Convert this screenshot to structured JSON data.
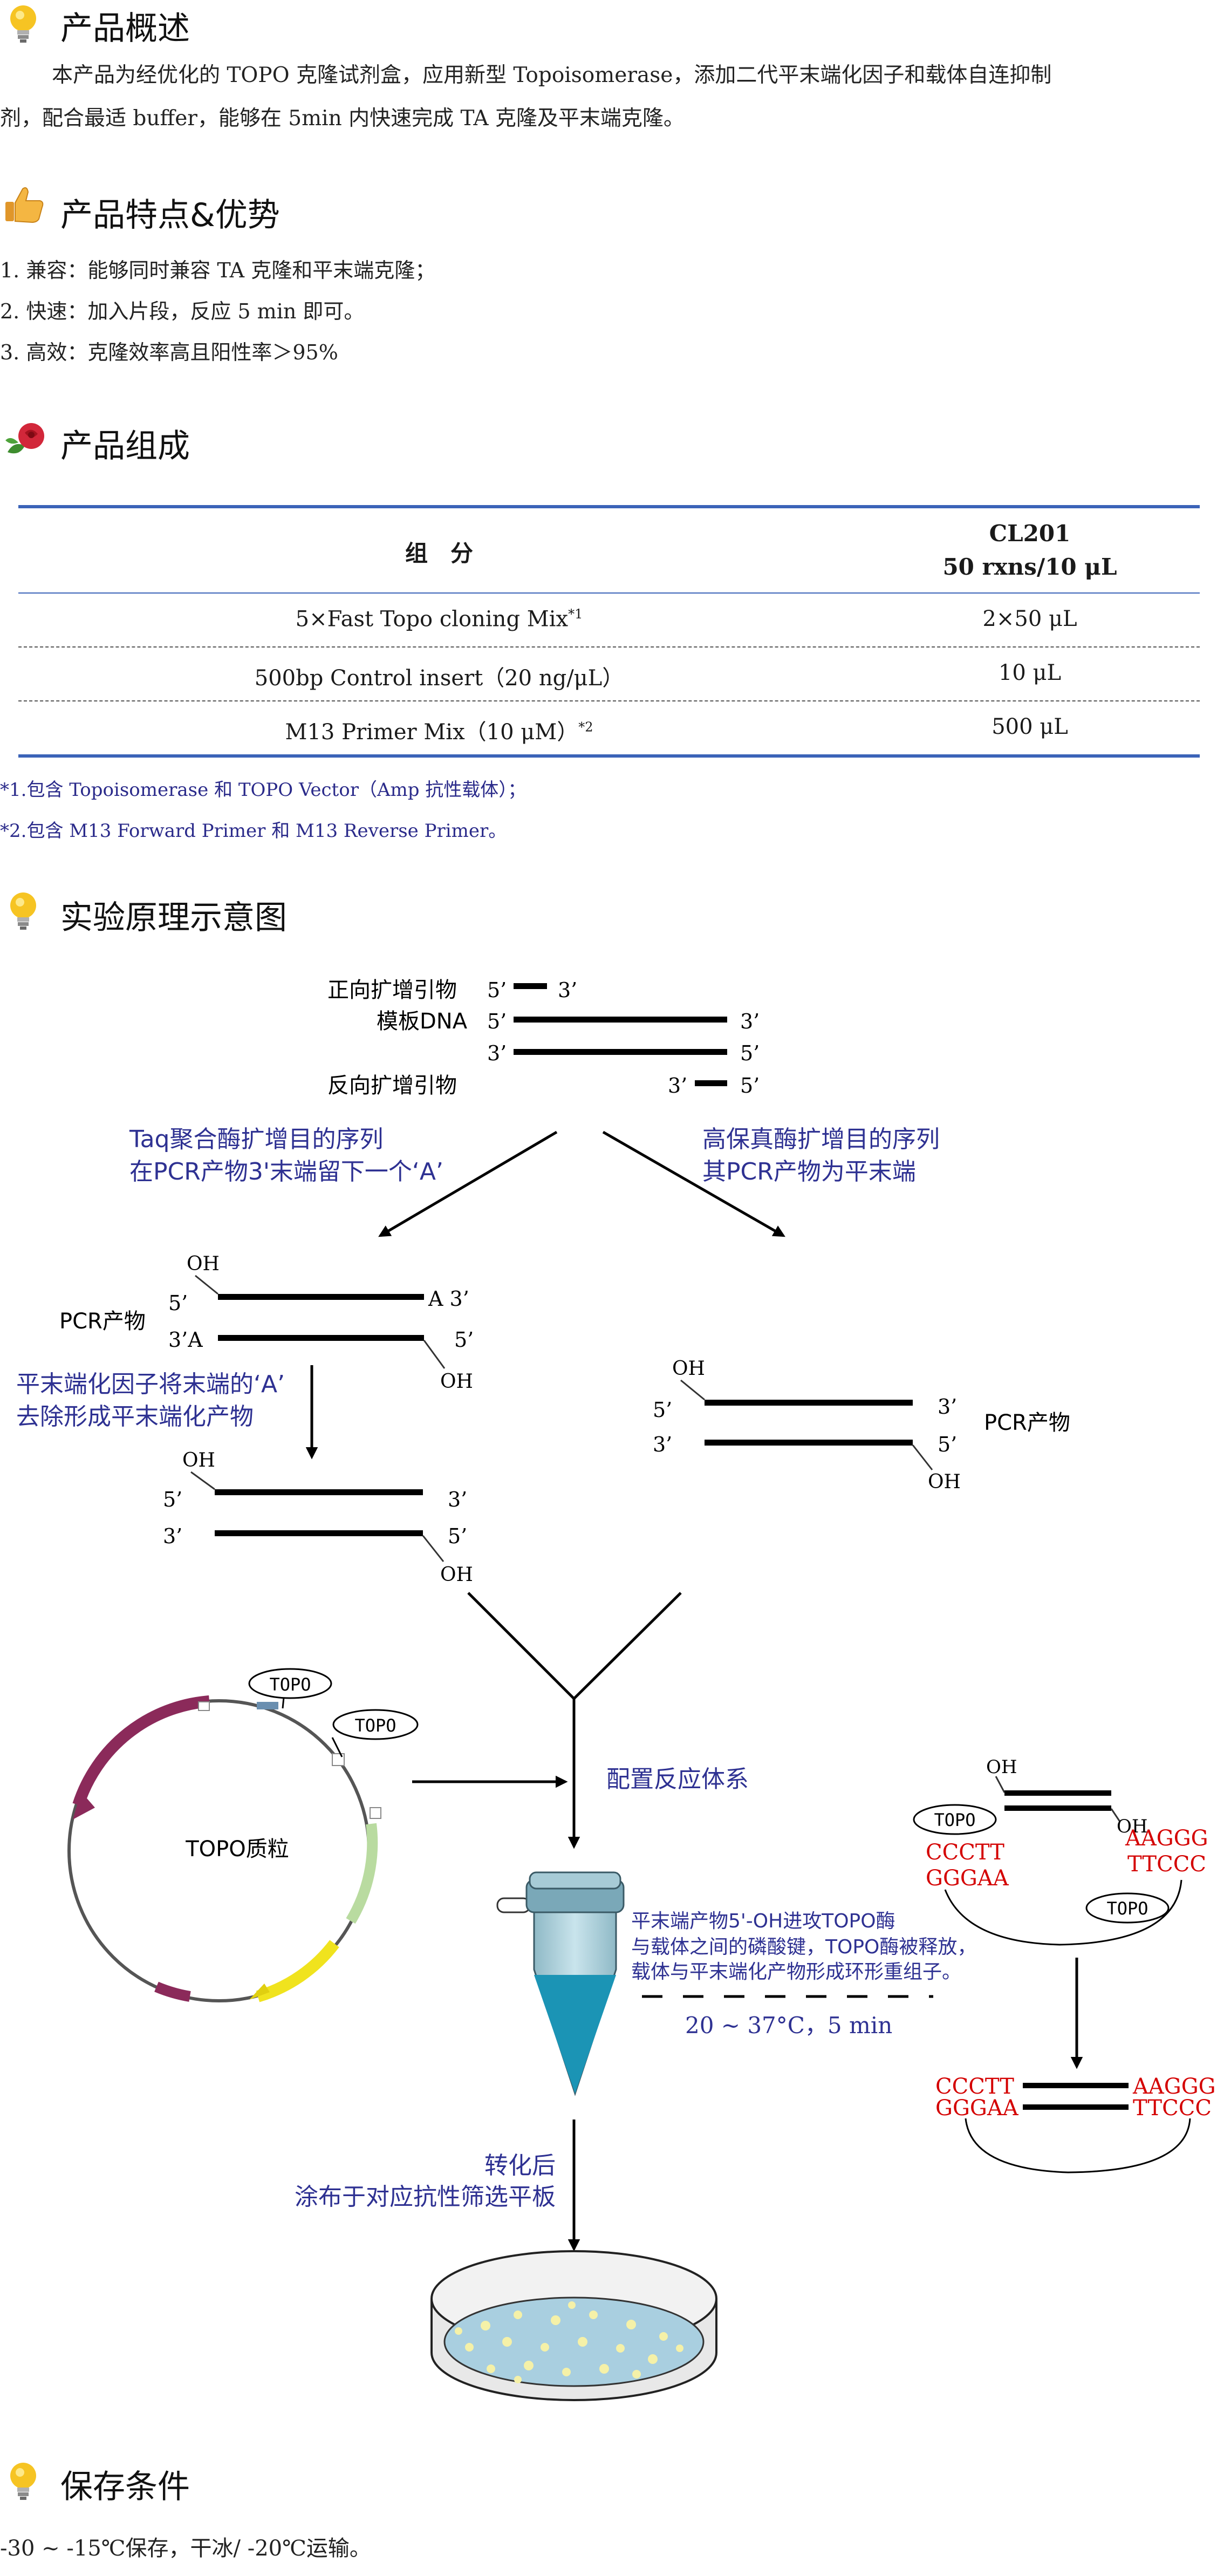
{
  "overview": {
    "title": "产品概述",
    "paragraph_line1": "本产品为经优化的 TOPO 克隆试剂盒，应用新型 Topoisomerase，添加二代平末端化因子和载体自连抑制",
    "paragraph_line2": "剂，配合最适 buffer，能够在 5min 内快速完成 TA 克隆及平末端克隆。"
  },
  "features": {
    "title": "产品特点&优势",
    "items": [
      "1. 兼容：能够同时兼容 TA 克隆和平末端克隆；",
      "2. 快速：加入片段，反应 5 min 即可。",
      "3. 高效：克隆效率高且阳性率＞95%"
    ]
  },
  "composition": {
    "title": "产品组成",
    "header_component": "组　分",
    "header_code": "CL201",
    "header_spec": "50 rxns/10 μL",
    "rows": [
      {
        "name": "5×Fast Topo cloning Mix",
        "sup": "*1",
        "amount": "2×50 μL"
      },
      {
        "name": "500bp Control insert（20 ng/μL）",
        "sup": "",
        "amount": "10 μL"
      },
      {
        "name": "M13 Primer Mix（10 μM）",
        "sup": "*2",
        "amount": "500 μL"
      }
    ],
    "notes": [
      "*1.包含 Topoisomerase 和 TOPO Vector（Amp 抗性载体）；",
      "*2.包含 M13 Forward Primer 和 M13 Reverse Primer。"
    ]
  },
  "principle": {
    "title": "实验原理示意图",
    "forward_primer": "正向扩增引物",
    "template_dna": "模板DNA",
    "reverse_primer": "反向扩增引物",
    "end5": "5’",
    "end3": "3’",
    "taq_line1": "Taq聚合酶扩增目的序列",
    "taq_line2": "在PCR产物3'末端留下一个‘A’",
    "hifi_line1": "高保真酶扩增目的序列",
    "hifi_line2": "其PCR产物为平末端",
    "pcr_product": "PCR产物",
    "oh": "OH",
    "a3": "A 3’",
    "three_a": "3’A",
    "blunt_line1": "平末端化因子将末端的‘A’",
    "blunt_line2": "去除形成平末端化产物",
    "topo": "TOPO",
    "plasmid": "TOPO质粒",
    "config": "配置反应体系",
    "attack_line1": "平末端产物5'-OH进攻TOPO酶",
    "attack_line2": "与载体之间的磷酸键，TOPO酶被释放，",
    "attack_line3": "载体与平末端化产物形成环形重组子。",
    "condition": "20 ~ 37°C，5 min",
    "seq_cc": "CCCTT",
    "seq_gg": "GGGAA",
    "seq_aa": "AAGGG",
    "seq_tt": "TTCCC",
    "transform_line1": "转化后",
    "transform_line2": "涂布于对应抗性筛选平板",
    "colors": {
      "blue": "#2e3192",
      "red": "#d40000",
      "table_blue": "#3b63b8"
    }
  },
  "storage": {
    "title": "保存条件",
    "text": "-30 ~ -15℃保存，干冰/ -20℃运输。"
  }
}
